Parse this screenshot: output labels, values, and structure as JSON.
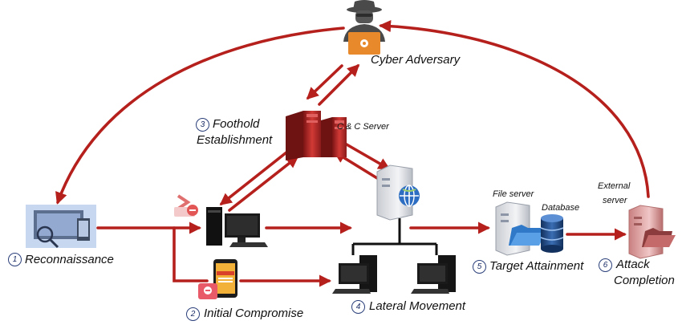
{
  "labels": {
    "cyber_adversary": "Cyber Adversary",
    "cc_server": "C & C Server",
    "file_server": "File server",
    "database": "Database",
    "external_server_line1": "External",
    "external_server_line2": "server"
  },
  "stages": [
    {
      "number": "1",
      "lines": [
        "Reconnaissance"
      ]
    },
    {
      "number": "2",
      "lines": [
        "Initial Compromise"
      ]
    },
    {
      "number": "3",
      "lines": [
        "Foothold",
        "Establishment"
      ]
    },
    {
      "number": "4",
      "lines": [
        "Lateral Movement"
      ]
    },
    {
      "number": "5",
      "lines": [
        "Target Attainment"
      ]
    },
    {
      "number": "6",
      "lines": [
        "Attack",
        "Completion"
      ]
    }
  ],
  "icons": {
    "adversary": "hacker-with-laptop-icon",
    "cc_server": "server-rack-icon",
    "reconnaissance": "multi-device-icon",
    "victim_pc": "desktop-computer-icon",
    "phone": "smartphone-icon",
    "network_server": "web-server-globe-icon",
    "lateral_pcs": "desktop-computer-icon",
    "file_server": "file-server-icon",
    "database": "database-icon",
    "external_server": "external-server-icon"
  },
  "colors": {
    "arrow": "#b5201d",
    "accent_orange": "#e8892b",
    "badge_border": "#2a3f7a"
  }
}
